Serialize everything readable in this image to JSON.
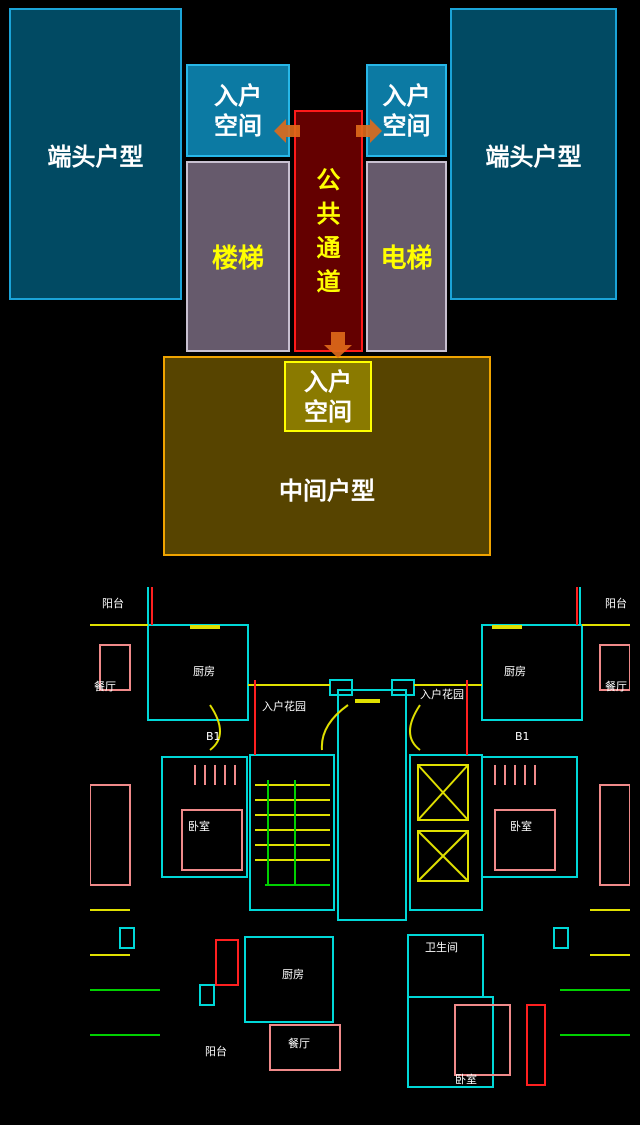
{
  "diagram": {
    "end_unit_left": "端头户型",
    "end_unit_right": "端头户型",
    "entry_left": [
      "入户",
      "空间"
    ],
    "entry_right": [
      "入户",
      "空间"
    ],
    "stairs": "楼梯",
    "elevator": "电梯",
    "corridor": [
      "公",
      "共",
      "通",
      "道"
    ],
    "middle_unit": "中间户型",
    "entry_middle": [
      "入户",
      "空间"
    ]
  },
  "floor_plan": {
    "labels": {
      "balcony": "阳台",
      "dining": "餐厅",
      "kitchen": "厨房",
      "entry_garden": "入户花园",
      "bedroom": "卧室",
      "bathroom": "卫生间",
      "door_code": "B1"
    }
  },
  "colors": {
    "arrow": "#e06a1a",
    "wall": "#00e0e0",
    "window": "#e0e000",
    "furniture": "#f08a8a",
    "axis": "#00d000"
  }
}
